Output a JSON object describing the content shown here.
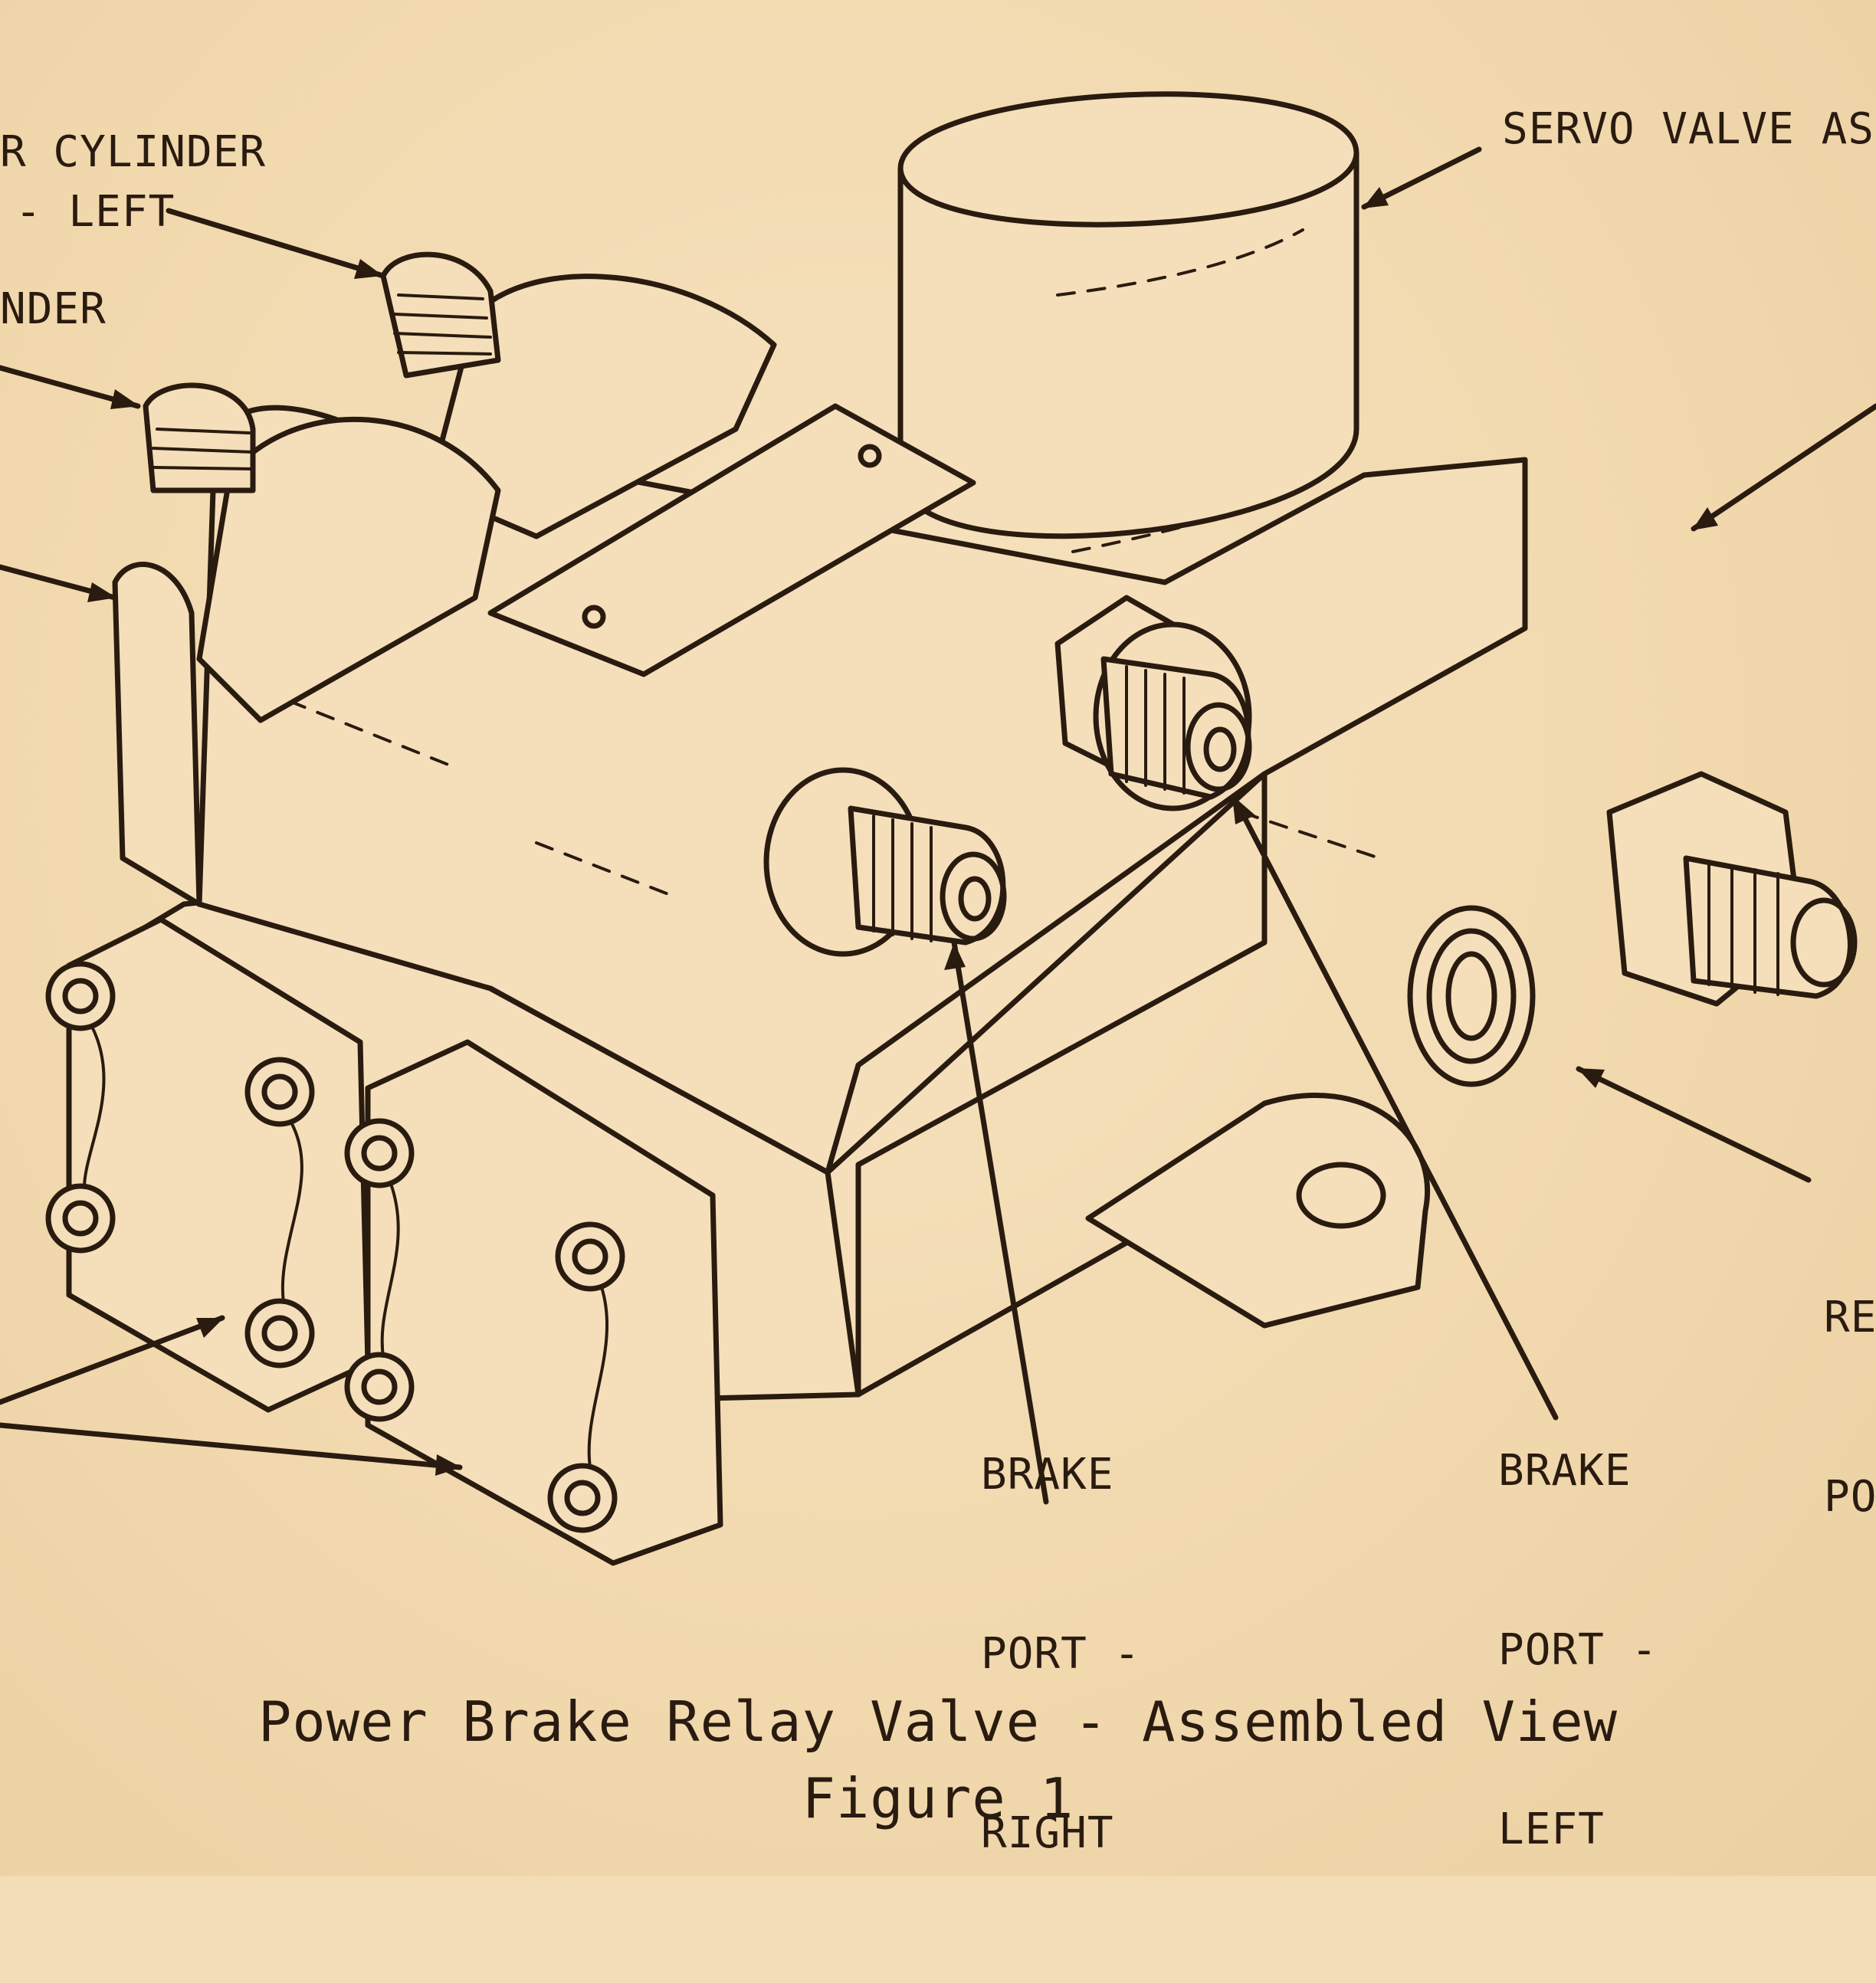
{
  "labels": {
    "cyl_left_line1": "R CYLINDER",
    "cyl_left_line2": "- LEFT",
    "cyl_right_frag": "NDER",
    "servo": "SERVO VALVE AS",
    "brake_right_l1": "BRAKE",
    "brake_right_l2": "PORT -",
    "brake_right_l3": "RIGHT",
    "brake_left_l1": "BRAKE",
    "brake_left_l2": "PORT -",
    "brake_left_l3": "LEFT",
    "re_frag_l1": "RE",
    "re_frag_l2": "PO"
  },
  "caption": {
    "title": "Power Brake Relay Valve - Assembled View",
    "figure": "Figure 1"
  }
}
